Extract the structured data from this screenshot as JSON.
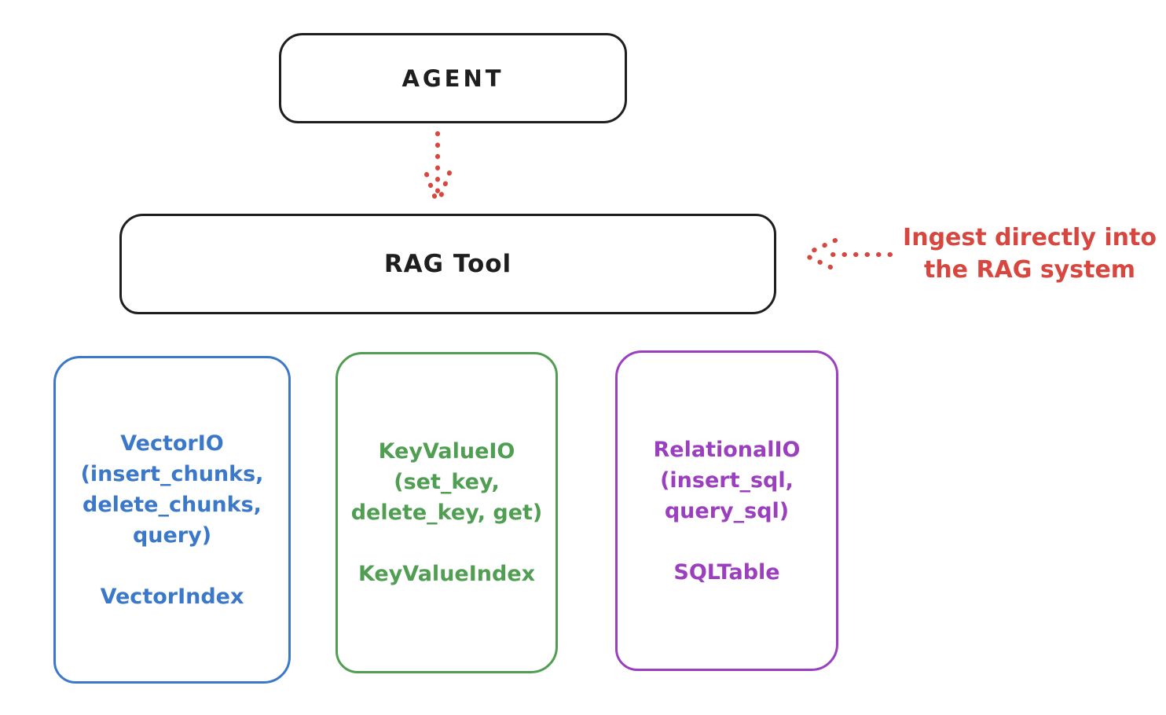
{
  "colors": {
    "background": "#ffffff",
    "ink": "#1e1e1e",
    "red": "#d7473f",
    "blue": "#3b78c9",
    "green": "#4f9e52",
    "purple": "#9b3fbf"
  },
  "agent_box": {
    "label": "AGENT"
  },
  "rag_box": {
    "label": "RAG Tool"
  },
  "annotation": {
    "text": "Ingest directly into\nthe RAG system"
  },
  "io_boxes": [
    {
      "name": "vector-io",
      "body": "VectorIO\n(insert_chunks,\ndelete_chunks,\nquery)",
      "index_label": "VectorIndex"
    },
    {
      "name": "keyvalue-io",
      "body": "KeyValueIO\n(set_key,\ndelete_key, get)",
      "index_label": "KeyValueIndex"
    },
    {
      "name": "relational-io",
      "body": "RelationalIO\n(insert_sql,\nquery_sql)",
      "index_label": "SQLTable"
    }
  ],
  "arrows": [
    {
      "name": "agent-to-rag-arrow",
      "style": "dotted",
      "direction": "down"
    },
    {
      "name": "ingest-annotation-arrow",
      "style": "dotted",
      "direction": "left"
    }
  ]
}
